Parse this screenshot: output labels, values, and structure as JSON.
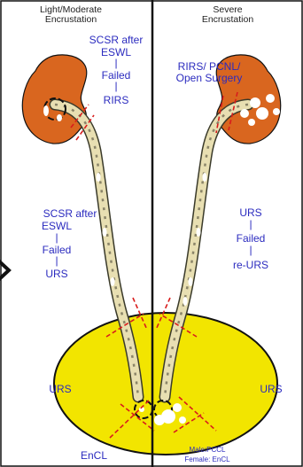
{
  "headers": {
    "left_line1": "Light/Moderate",
    "left_line2": "Encrustation",
    "right_line1": "Severe",
    "right_line2": "Encrustation"
  },
  "left_kidney_text": {
    "line1": "SCSR after",
    "line2": "ESWL",
    "bar1": "|",
    "line3": "Failed",
    "bar2": "|",
    "line4": "RIRS"
  },
  "left_ureter_text": {
    "line1": "SCSR after",
    "line2": "ESWL",
    "bar1": "|",
    "line3": "Failed",
    "bar2": "|",
    "line4": "URS"
  },
  "right_kidney_text": {
    "line1": "RIRS/ PCNL/",
    "line2": "Open Surgery"
  },
  "right_ureter_text": {
    "line1": "URS",
    "bar1": "|",
    "line2": "Failed",
    "bar2": "|",
    "line3": "re-URS"
  },
  "bladder_text": {
    "left": "URS",
    "right": "URS",
    "bottom_left": "EnCL",
    "bottom_right_1": "Male:PCCL",
    "bottom_right_2": "Female: EnCL"
  },
  "colors": {
    "kidney": "#d9661f",
    "bladder": "#f2e500",
    "ureter": "#e8dfb2",
    "stent": "#8a8468",
    "label": "#2b2bbf",
    "dashed_cut": "#d81c1c"
  },
  "icons": {
    "arrow": "chevron-right-icon"
  }
}
